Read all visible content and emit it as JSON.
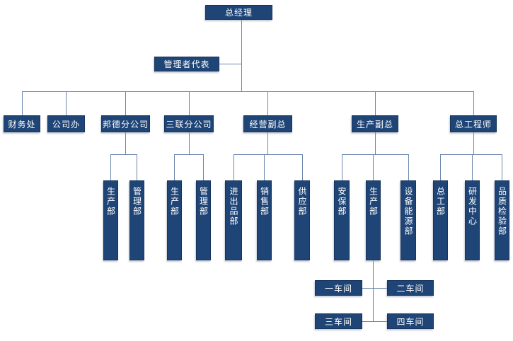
{
  "diagram": {
    "type": "org-chart",
    "title": "",
    "structure": [
      {
        "parent": "总经理",
        "staff": "管理者代表",
        "children": [
          "财务处",
          "公司办",
          "邦德分公司",
          "三联分公司",
          "经营副总",
          "生产副总",
          "总工程师"
        ]
      },
      {
        "parent": "邦德分公司",
        "children": [
          "生产部",
          "管理部"
        ]
      },
      {
        "parent": "三联分公司",
        "children": [
          "生产部",
          "管理部"
        ]
      },
      {
        "parent": "经营副总",
        "children": [
          "进出品部",
          "销售部",
          "供应部"
        ]
      },
      {
        "parent": "生产副总",
        "children": [
          "安保部",
          "生产部",
          "设备能源部"
        ]
      },
      {
        "parent": "总工程师",
        "children": [
          "总工部",
          "研发中心",
          "品质检验部"
        ]
      },
      {
        "parent": "生产部 (生产副总下属)",
        "children": [
          "一车间",
          "二车间",
          "三车间",
          "四车间"
        ]
      }
    ]
  },
  "nodes": {
    "general_manager": {
      "label": "总经理"
    },
    "management_rep": {
      "label": "管理者代表"
    },
    "finance": {
      "label": "财务处"
    },
    "company_office": {
      "label": "公司办"
    },
    "bangde_branch": {
      "label": "邦德分公司"
    },
    "sanlian_branch": {
      "label": "三联分公司"
    },
    "operations_vp": {
      "label": "经营副总"
    },
    "production_vp": {
      "label": "生产副总"
    },
    "chief_engineer": {
      "label": "总工程师"
    },
    "bangde_production": {
      "label": "生产部"
    },
    "bangde_management": {
      "label": "管理部"
    },
    "sanlian_production": {
      "label": "生产部"
    },
    "sanlian_management": {
      "label": "管理部"
    },
    "import_export": {
      "label": "进出品部"
    },
    "sales": {
      "label": "销售部"
    },
    "supply": {
      "label": "供应部"
    },
    "security": {
      "label": "安保部"
    },
    "production": {
      "label": "生产部"
    },
    "equipment_energy": {
      "label": "设备能源部"
    },
    "chief_eng_dept": {
      "label": "总工部"
    },
    "rd_center": {
      "label": "研发中心"
    },
    "quality_inspection": {
      "label": "品质检验部"
    },
    "workshop1": {
      "label": "一车间"
    },
    "workshop2": {
      "label": "二车间"
    },
    "workshop3": {
      "label": "三车间"
    },
    "workshop4": {
      "label": "四车间"
    }
  },
  "colors": {
    "box_fill": "#1f4577",
    "box_border": "#16355e",
    "connector_line": "#6d86ac",
    "box_text": "#ffffff",
    "page_background": "#ffffff"
  }
}
